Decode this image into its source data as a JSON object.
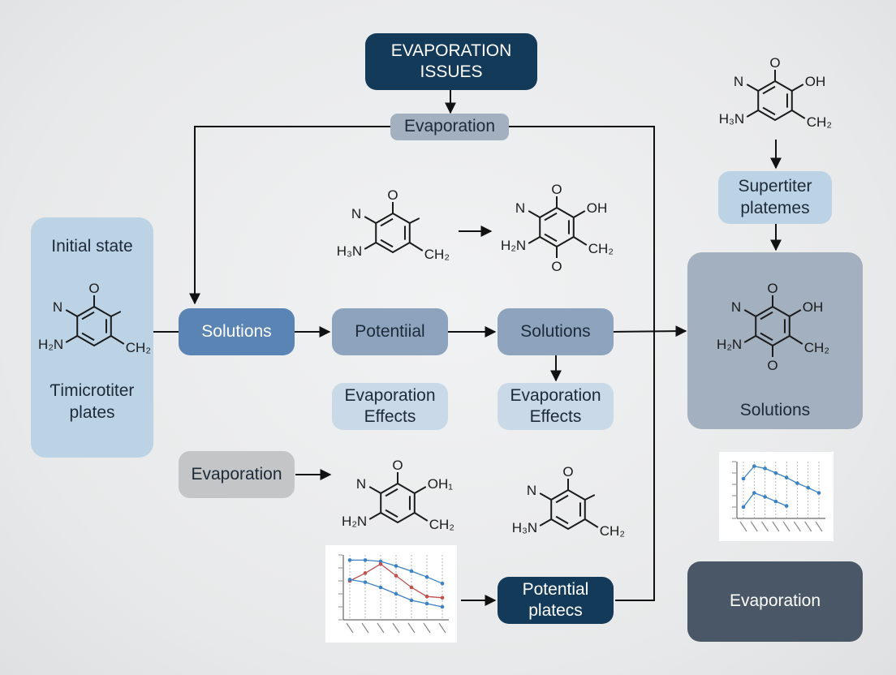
{
  "nodes": {
    "evap_issues": "EVAPORATION\nISSUES",
    "evaporation_top": "Evaporation",
    "solutions_1": "Solutions",
    "potential_1": "Potentiial",
    "solutions_2": "Solutions",
    "effects_1": "Evaporation\nEffects",
    "effects_2": "Evaporation\nEffects",
    "evaporation_left": "Evaporation",
    "potential_platecs": "Potential\nplatecs",
    "supertiter": "Supertiter\nplatemes",
    "evaporation_bottom_right": "Evaporation"
  },
  "left_panel": {
    "title": "Initial state",
    "caption": "Ƭimicrotiter\nplates"
  },
  "right_panel": {
    "caption": "Solutions"
  },
  "molecules": {
    "m_left": {
      "top": "O",
      "left": "N",
      "bottom_left": "H₂N",
      "bottom_right": "CH₂",
      "right": "",
      "bottom": ""
    },
    "m_mid_a": {
      "top": "O",
      "left": "N",
      "bottom_left": "H₃N",
      "bottom_right": "CH₂",
      "right": "",
      "bottom": ""
    },
    "m_mid_b": {
      "top": "O",
      "left": "N",
      "bottom_left": "H₂N",
      "bottom_right": "CH₂",
      "right": "OH",
      "bottom": "O"
    },
    "m_top_right": {
      "top": "O",
      "left": "N",
      "bottom_left": "H₃N",
      "bottom_right": "CH₂",
      "right": "OH",
      "bottom": ""
    },
    "m_low_a": {
      "top": "O",
      "left": "N",
      "bottom_left": "H₂N",
      "bottom_right": "CH₂",
      "right": "OH₁",
      "bottom": ""
    },
    "m_low_b": {
      "top": "O",
      "left": "N",
      "bottom_left": "H₃N",
      "bottom_right": "CH₂",
      "right": "",
      "bottom": ""
    },
    "m_panel": {
      "top": "O",
      "left": "N",
      "bottom_left": "H₂N",
      "bottom_right": "CH₂",
      "right": "OH",
      "bottom": "O"
    }
  },
  "charts": {
    "small_chart": {
      "type": "line",
      "series": [
        {
          "color": "#3b82c4",
          "values": [
            70,
            92,
            88,
            80,
            72,
            62,
            54,
            45
          ]
        },
        {
          "color": "#3b82c4",
          "values": [
            20,
            45,
            38,
            30,
            22
          ]
        }
      ]
    },
    "big_chart": {
      "type": "line",
      "series": [
        {
          "color": "#3b82c4",
          "values": [
            92,
            92,
            90,
            83,
            75,
            66,
            56
          ]
        },
        {
          "color": "#c0504d",
          "values": [
            60,
            72,
            86,
            68,
            50,
            36,
            34
          ]
        },
        {
          "color": "#3b82c4",
          "values": [
            62,
            58,
            50,
            40,
            30,
            25,
            20
          ]
        }
      ]
    }
  }
}
